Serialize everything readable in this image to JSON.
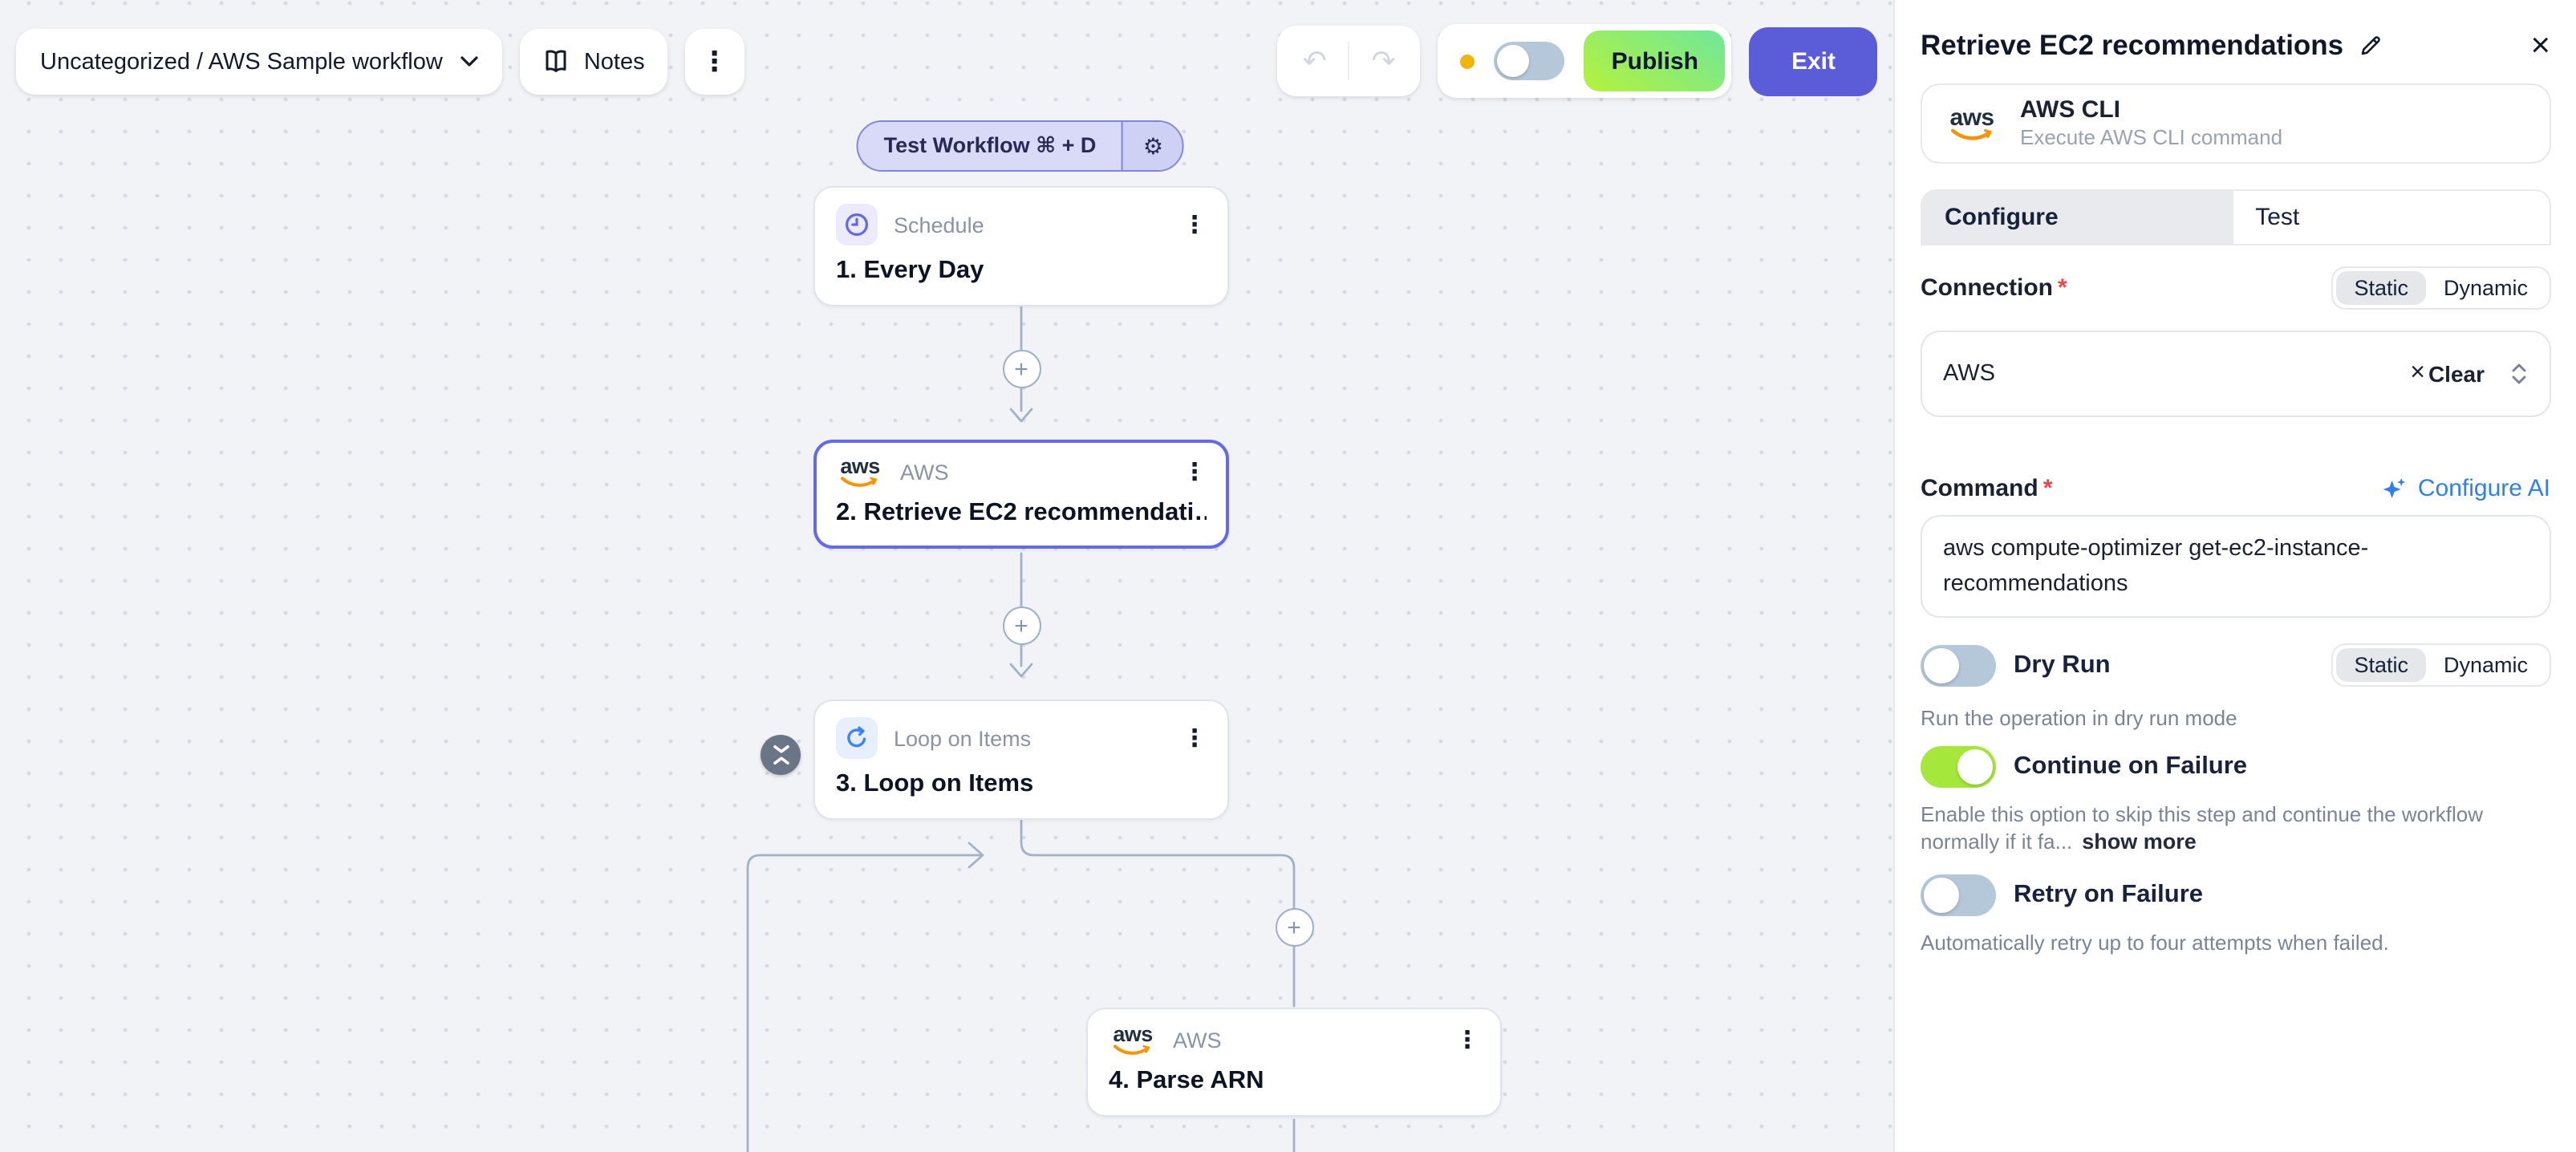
{
  "shared": {
    "aws_logo_text": "aws",
    "required_mark": "*"
  },
  "toolbar": {
    "breadcrumb": "Uncategorized / AWS Sample workflow",
    "notes_label": "Notes"
  },
  "header_actions": {
    "publish_label": "Publish",
    "exit_label": "Exit"
  },
  "canvas": {
    "test_workflow_label": "Test Workflow ⌘ + D",
    "nodes": [
      {
        "type_label": "Schedule",
        "title": "1. Every Day"
      },
      {
        "type_label": "AWS",
        "title": "2. Retrieve EC2 recommendati…"
      },
      {
        "type_label": "Loop on Items",
        "title": "3. Loop on Items"
      },
      {
        "type_label": "AWS",
        "title": "4. Parse ARN"
      }
    ]
  },
  "panel": {
    "title": "Retrieve EC2 recommendations",
    "app": {
      "name": "AWS CLI",
      "description": "Execute AWS CLI command"
    },
    "tabs": [
      {
        "label": "Configure"
      },
      {
        "label": "Test"
      }
    ],
    "connection": {
      "label": "Connection",
      "static_label": "Static",
      "dynamic_label": "Dynamic",
      "value": "AWS",
      "clear_label": "Clear"
    },
    "command": {
      "label": "Command",
      "configure_ai_label": "Configure AI",
      "value": "aws compute-optimizer get-ec2-instance-recommendations"
    },
    "dry_run": {
      "label": "Dry Run",
      "static_label": "Static",
      "dynamic_label": "Dynamic",
      "helper": "Run the operation in dry run mode",
      "enabled": false
    },
    "continue_on_failure": {
      "label": "Continue on Failure",
      "helper": "Enable this option to skip this step and continue the workflow normally if it fa...",
      "show_more_label": "show more",
      "enabled": true
    },
    "retry_on_failure": {
      "label": "Retry on Failure",
      "helper": "Automatically retry up to four attempts when failed.",
      "enabled": false
    }
  },
  "colors": {
    "accent_indigo": "#5a5cd8",
    "selected_node_border": "#6468ea",
    "publish_green_start": "#6fe79b",
    "publish_green_end": "#b5f23c",
    "toggle_on_green": "#a6e73c",
    "toggle_off_blue": "#b5c8da",
    "edge_gray": "#a2b2c6",
    "aws_orange": "#f79400",
    "link_blue": "#2f7ff0",
    "status_dot_amber": "#f0b40e"
  }
}
